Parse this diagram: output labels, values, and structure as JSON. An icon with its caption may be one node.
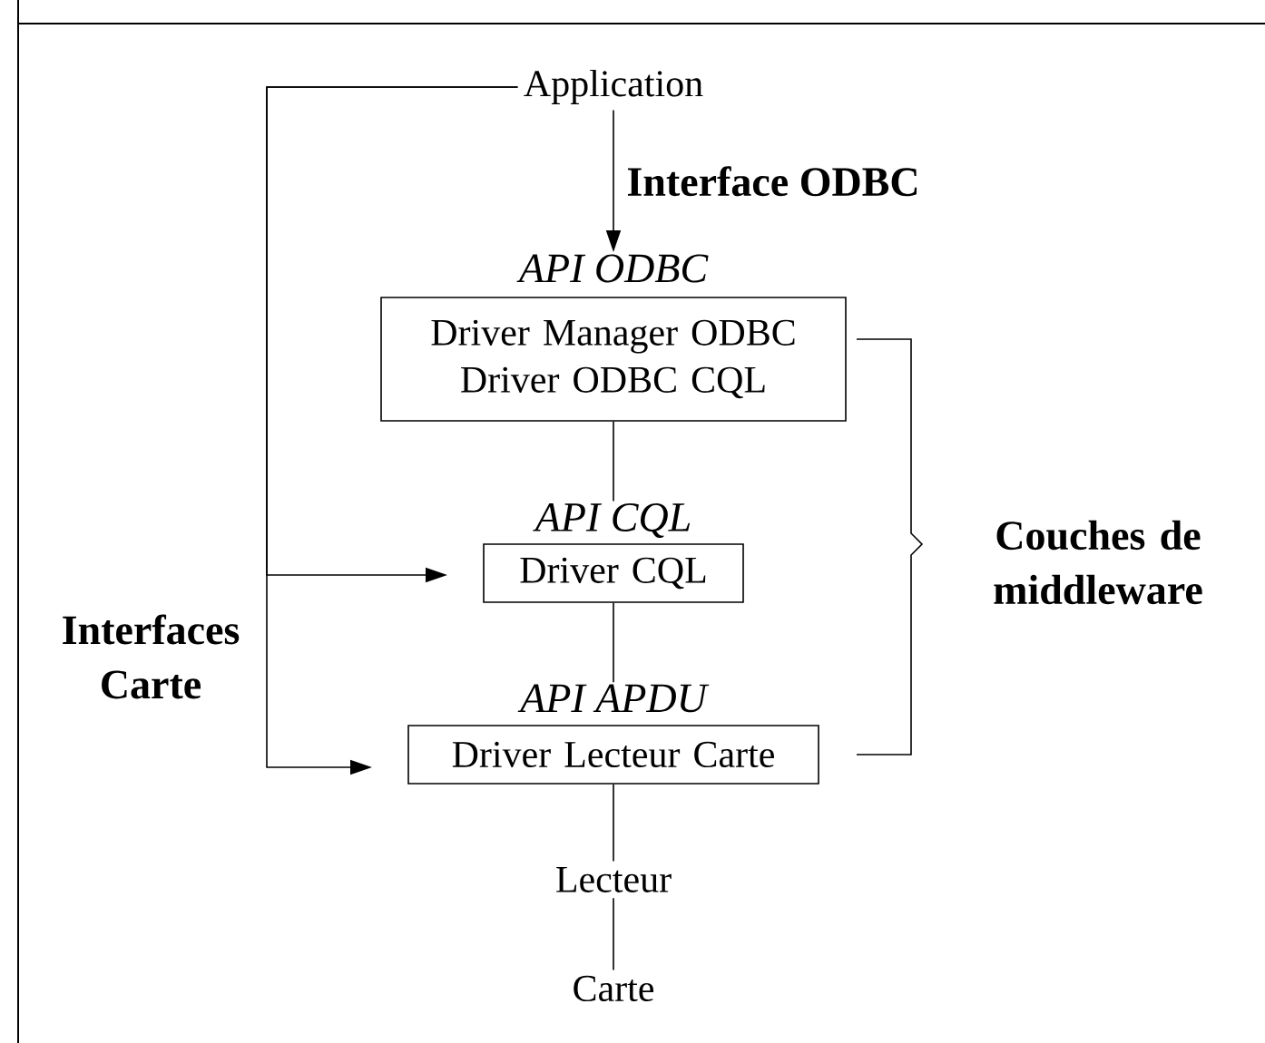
{
  "diagram": {
    "nodes": [
      {
        "text": [
          "Application"
        ]
      },
      {
        "text": [
          "API ODBC",
          "Driver Manager ODBC Driver ODBC CQL"
        ]
      },
      {
        "text": [
          "API CQL",
          "Driver CQL"
        ]
      },
      {
        "text": [
          "API APDU",
          "Driver Lecteur Carte"
        ]
      },
      {
        "text": [
          "Lecteur"
        ]
      },
      {
        "text": [
          "Carte"
        ]
      }
    ],
    "edges": [
      {
        "from": 0,
        "to": 1,
        "arrow": "to",
        "label": "Interface  ODBC"
      },
      {
        "from": 1,
        "to": 2,
        "arrow": "none"
      },
      {
        "from": 2,
        "to": 3,
        "arrow": "none"
      },
      {
        "from": 3,
        "to": 4,
        "arrow": "none"
      },
      {
        "from": 4,
        "to": 5,
        "arrow": "none"
      },
      {
        "from": 0,
        "to": 2,
        "arrow": "to"
      },
      {
        "from": 0,
        "to": 3,
        "arrow": "to"
      }
    ],
    "labels": [
      "Interfaces Carte",
      "Couches de middleware"
    ]
  }
}
